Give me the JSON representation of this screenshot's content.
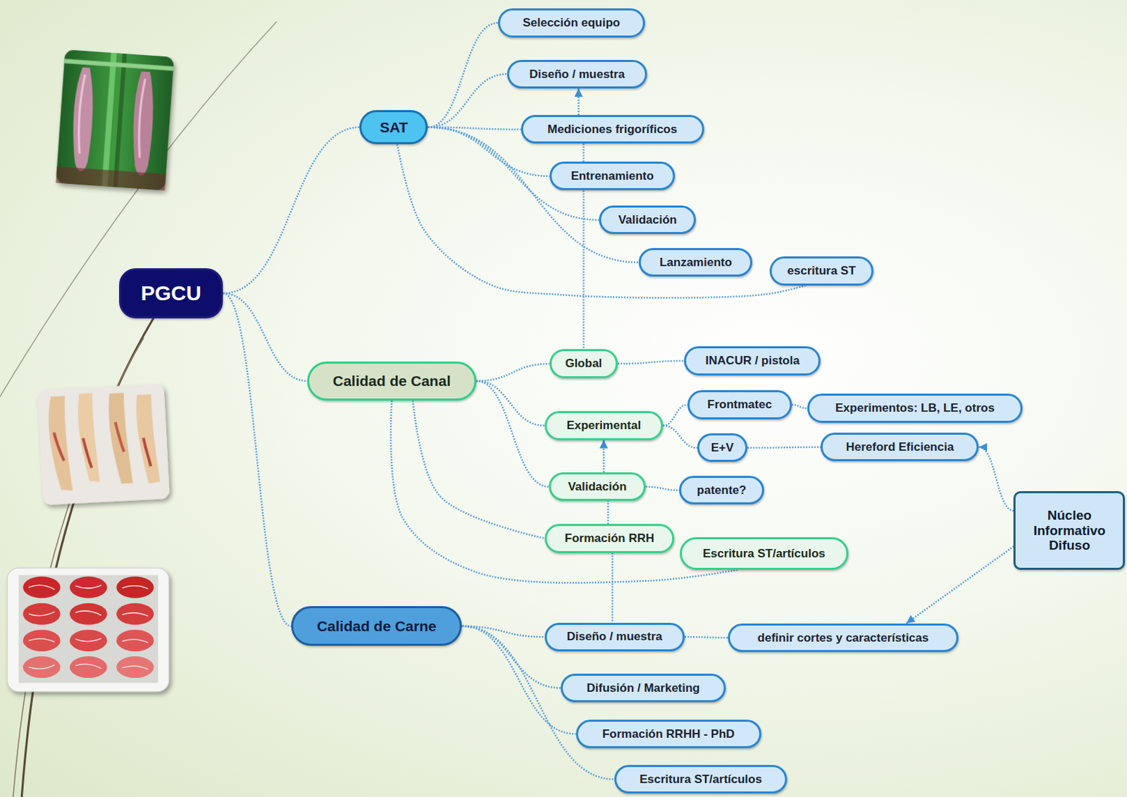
{
  "diagram": {
    "nodes": [
      {
        "text": [
          "PGCU"
        ]
      },
      {
        "text": [
          "SAT"
        ]
      },
      {
        "text": [
          "Selección equipo"
        ]
      },
      {
        "text": [
          "Diseño / muestra"
        ]
      },
      {
        "text": [
          "Mediciones frigoríficos"
        ]
      },
      {
        "text": [
          "Entrenamiento"
        ]
      },
      {
        "text": [
          "Validación"
        ]
      },
      {
        "text": [
          "Lanzamiento"
        ]
      },
      {
        "text": [
          "escritura ST"
        ]
      },
      {
        "text": [
          "Calidad de Canal"
        ]
      },
      {
        "text": [
          "Global"
        ]
      },
      {
        "text": [
          "INACUR / pistola"
        ]
      },
      {
        "text": [
          "Experimental"
        ]
      },
      {
        "text": [
          "Frontmatec"
        ]
      },
      {
        "text": [
          "Experimentos: LB, LE, otros"
        ]
      },
      {
        "text": [
          "E+V"
        ]
      },
      {
        "text": [
          "Hereford Eficiencia"
        ]
      },
      {
        "text": [
          "Validación"
        ]
      },
      {
        "text": [
          "patente?"
        ]
      },
      {
        "text": [
          "Formación RRH"
        ]
      },
      {
        "text": [
          "Escritura ST/artículos"
        ]
      },
      {
        "text": [
          "Calidad de Carne"
        ]
      },
      {
        "text": [
          "Diseño / muestra"
        ]
      },
      {
        "text": [
          "definir cortes y características"
        ]
      },
      {
        "text": [
          "Difusión / Marketing"
        ]
      },
      {
        "text": [
          "Formación RRHH - PhD"
        ]
      },
      {
        "text": [
          "Escritura ST/artículos"
        ]
      },
      {
        "text": [
          "Núcleo Informativo Difuso"
        ]
      }
    ],
    "edges": [
      {
        "from": 0,
        "to": 1,
        "arrow": "none"
      },
      {
        "from": 0,
        "to": 9,
        "arrow": "none"
      },
      {
        "from": 0,
        "to": 21,
        "arrow": "none"
      },
      {
        "from": 1,
        "to": 2,
        "arrow": "none"
      },
      {
        "from": 1,
        "to": 3,
        "arrow": "none"
      },
      {
        "from": 1,
        "to": 4,
        "arrow": "none"
      },
      {
        "from": 1,
        "to": 5,
        "arrow": "none"
      },
      {
        "from": 1,
        "to": 6,
        "arrow": "none"
      },
      {
        "from": 1,
        "to": 7,
        "arrow": "none"
      },
      {
        "from": 1,
        "to": 8,
        "arrow": "none"
      },
      {
        "from": 4,
        "to": 3,
        "arrow": "to"
      },
      {
        "from": 4,
        "to": 5,
        "arrow": "none"
      },
      {
        "from": 5,
        "to": 10,
        "arrow": "none"
      },
      {
        "from": 9,
        "to": 10,
        "arrow": "none"
      },
      {
        "from": 9,
        "to": 12,
        "arrow": "none"
      },
      {
        "from": 9,
        "to": 17,
        "arrow": "none"
      },
      {
        "from": 9,
        "to": 19,
        "arrow": "none"
      },
      {
        "from": 9,
        "to": 20,
        "arrow": "none"
      },
      {
        "from": 10,
        "to": 11,
        "arrow": "none"
      },
      {
        "from": 12,
        "to": 13,
        "arrow": "none"
      },
      {
        "from": 12,
        "to": 15,
        "arrow": "none"
      },
      {
        "from": 13,
        "to": 14,
        "arrow": "none"
      },
      {
        "from": 15,
        "to": 16,
        "arrow": "none"
      },
      {
        "from": 17,
        "to": 12,
        "arrow": "to"
      },
      {
        "from": 17,
        "to": 18,
        "arrow": "none"
      },
      {
        "from": 19,
        "to": 17,
        "arrow": "none"
      },
      {
        "from": 19,
        "to": 22,
        "arrow": "none"
      },
      {
        "from": 27,
        "to": 16,
        "arrow": "to"
      },
      {
        "from": 27,
        "to": 23,
        "arrow": "to"
      },
      {
        "from": 21,
        "to": 22,
        "arrow": "none"
      },
      {
        "from": 21,
        "to": 24,
        "arrow": "none"
      },
      {
        "from": 21,
        "to": 25,
        "arrow": "none"
      },
      {
        "from": 21,
        "to": 26,
        "arrow": "none"
      },
      {
        "from": 22,
        "to": 23,
        "arrow": "none"
      }
    ]
  }
}
